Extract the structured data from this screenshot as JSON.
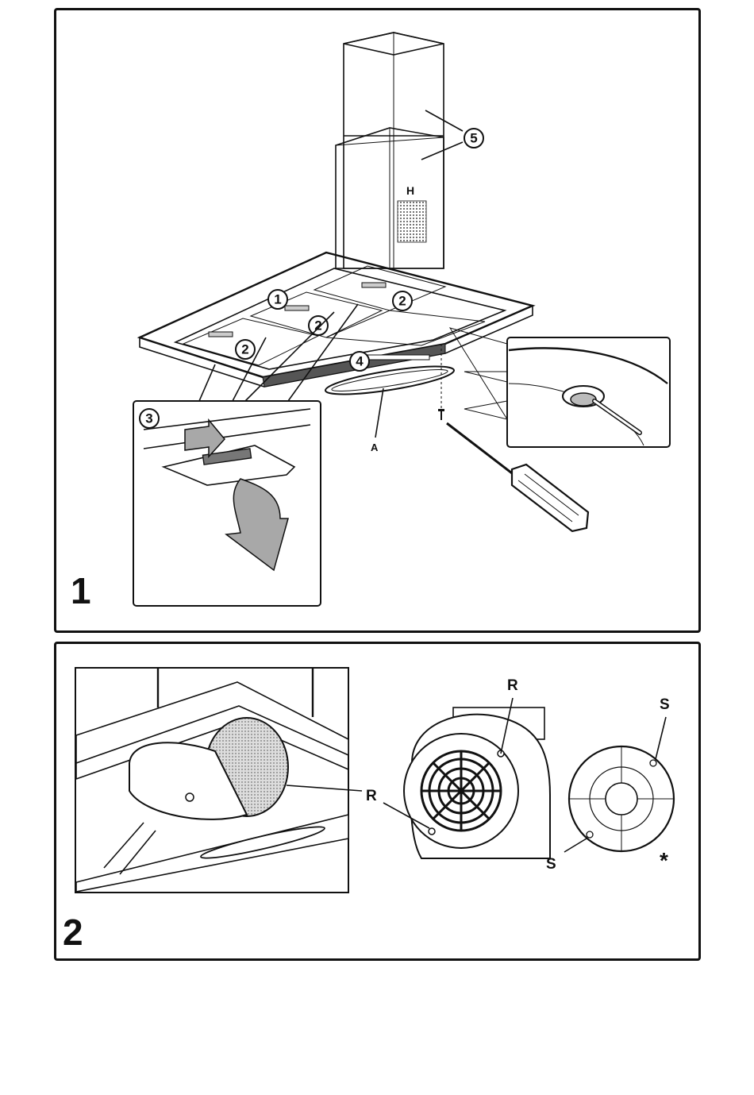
{
  "panels": [
    {
      "step": "1",
      "callouts": [
        "1",
        "2",
        "2",
        "2",
        "3",
        "4",
        "5"
      ],
      "labels": {
        "h": "H",
        "a": "A"
      }
    },
    {
      "step": "2",
      "labels": {
        "r_left": "R",
        "r_right": "R",
        "s_top": "S",
        "s_bottom": "S",
        "asterisk": "*"
      }
    }
  ],
  "colors": {
    "line": "#111111",
    "arrow_fill": "#a8a8a8",
    "shade": "#c8c8c8"
  }
}
